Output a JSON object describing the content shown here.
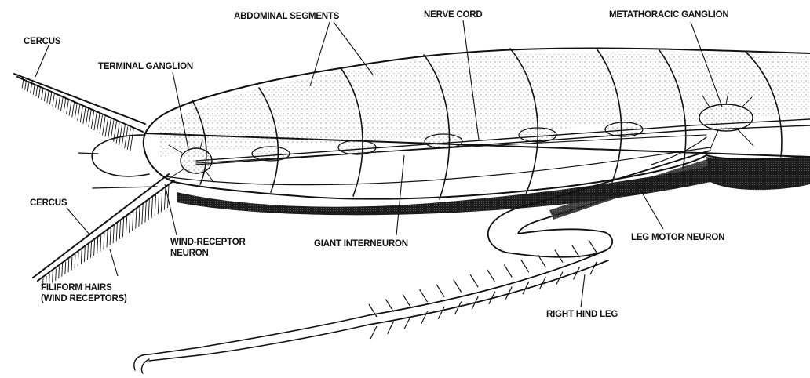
{
  "labels": {
    "cercus_top": "CERCUS",
    "cercus_bottom": "CERCUS",
    "terminal_ganglion": "TERMINAL GANGLION",
    "abdominal_segments": "ABDOMINAL SEGMENTS",
    "nerve_cord": "NERVE CORD",
    "metathoracic_ganglion": "METATHORACIC GANGLION",
    "giant_interneuron": "GIANT INTERNEURON",
    "leg_motor_neuron": "LEG MOTOR NEURON",
    "right_hind_leg": "RIGHT HIND LEG",
    "wind_receptor_neuron_line1": "WIND-RECEPTOR",
    "wind_receptor_neuron_line2": "NEURON",
    "filiform_hairs_line1": "FILIFORM HAIRS",
    "filiform_hairs_line2": "(WIND RECEPTORS)"
  },
  "colors": {
    "ink": "#111111",
    "paper": "#ffffff",
    "shade": "#2a2a2a"
  }
}
